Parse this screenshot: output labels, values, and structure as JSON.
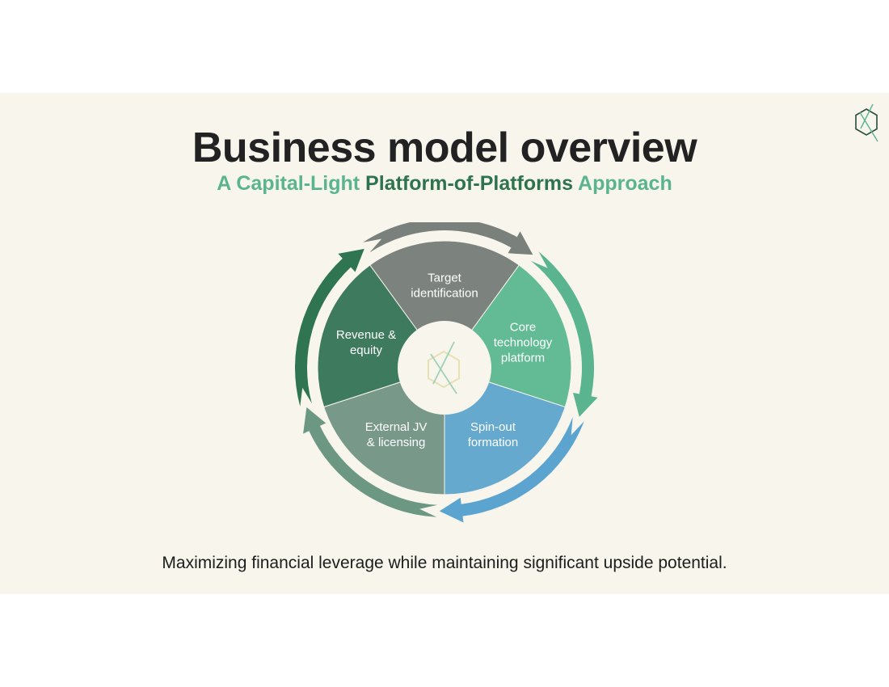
{
  "header": {
    "title": "Business model overview",
    "subtitle_part1": "A Capital-Light ",
    "subtitle_part2": "Platform-of-Platforms",
    "subtitle_part3": " Approach"
  },
  "cycle": {
    "segments": [
      {
        "line1": "Target",
        "line2": "identification",
        "line3": "",
        "color": "#7c827e"
      },
      {
        "line1": "Core",
        "line2": "technology",
        "line3": "platform",
        "color": "#62bb94"
      },
      {
        "line1": "Spin-out",
        "line2": "formation",
        "line3": "",
        "color": "#66a9cf"
      },
      {
        "line1": "External JV",
        "line2": "& licensing",
        "line3": "",
        "color": "#78988a"
      },
      {
        "line1": "Revenue &",
        "line2": "equity",
        "line3": "",
        "color": "#3e7a5d"
      }
    ],
    "arrow_colors": [
      "#7a807c",
      "#5ab48f",
      "#5ba4d0",
      "#6c9883",
      "#2f7552"
    ],
    "center_logo": "hexagon-x-logo-icon"
  },
  "footer": {
    "text": "Maximizing financial leverage while maintaining significant upside potential."
  },
  "logo": {
    "icon": "hexagon-x-logo-icon",
    "color": "#2c4b3c",
    "accent": "#5ab48f"
  }
}
